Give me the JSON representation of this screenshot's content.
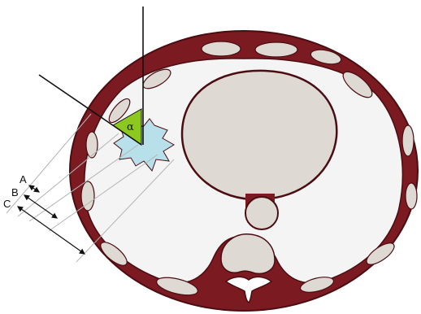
{
  "figure": {
    "angle_label": "α",
    "labels": {
      "a": "A",
      "b": "B",
      "c": "C"
    }
  },
  "colors": {
    "body_wall": "#7b1a20",
    "outline": "#4a0d12",
    "interior": "#f4f4f4",
    "organ": "#ded9d3",
    "lesion": "#b8e0ea",
    "angle_fill": "#8cc820",
    "beam_lines": "#b4b4b4"
  }
}
